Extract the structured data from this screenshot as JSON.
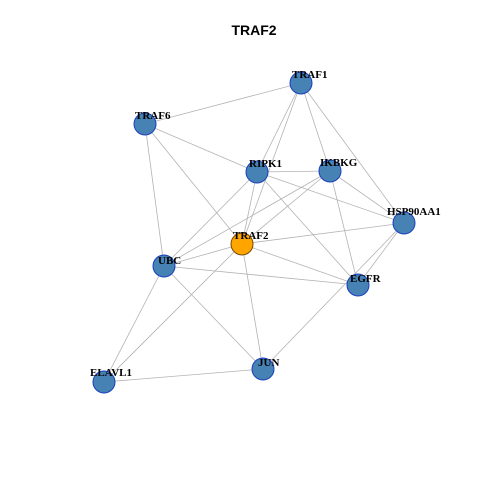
{
  "title": "TRAF2",
  "colors": {
    "node_fill": "#4682B4",
    "node_stroke": "#1a3fbf",
    "focus_fill": "#FFA500",
    "focus_stroke": "#7a4a00",
    "edge": "#b3b3b3"
  },
  "nodes": [
    {
      "id": "TRAF1",
      "label": "TRAF1",
      "focus": false
    },
    {
      "id": "TRAF6",
      "label": "TRAF6",
      "focus": false
    },
    {
      "id": "RIPK1",
      "label": "RIPK1",
      "focus": false
    },
    {
      "id": "IKBKG",
      "label": "IKBKG",
      "focus": false
    },
    {
      "id": "HSP90AA1",
      "label": "HSP90AA1",
      "focus": false
    },
    {
      "id": "TRAF2",
      "label": "TRAF2",
      "focus": true
    },
    {
      "id": "UBC",
      "label": "UBC",
      "focus": false
    },
    {
      "id": "EGFR",
      "label": "EGFR",
      "focus": false
    },
    {
      "id": "ELAVL1",
      "label": "ELAVL1",
      "focus": false
    },
    {
      "id": "JUN",
      "label": "JUN",
      "focus": false
    }
  ],
  "edges": [
    [
      "TRAF1",
      "TRAF6"
    ],
    [
      "TRAF1",
      "RIPK1"
    ],
    [
      "TRAF1",
      "IKBKG"
    ],
    [
      "TRAF1",
      "HSP90AA1"
    ],
    [
      "TRAF1",
      "TRAF2"
    ],
    [
      "TRAF6",
      "RIPK1"
    ],
    [
      "TRAF6",
      "UBC"
    ],
    [
      "TRAF6",
      "TRAF2"
    ],
    [
      "RIPK1",
      "IKBKG"
    ],
    [
      "RIPK1",
      "HSP90AA1"
    ],
    [
      "RIPK1",
      "TRAF2"
    ],
    [
      "RIPK1",
      "UBC"
    ],
    [
      "RIPK1",
      "EGFR"
    ],
    [
      "IKBKG",
      "HSP90AA1"
    ],
    [
      "IKBKG",
      "TRAF2"
    ],
    [
      "IKBKG",
      "UBC"
    ],
    [
      "IKBKG",
      "EGFR"
    ],
    [
      "HSP90AA1",
      "TRAF2"
    ],
    [
      "HSP90AA1",
      "EGFR"
    ],
    [
      "HSP90AA1",
      "JUN"
    ],
    [
      "TRAF2",
      "UBC"
    ],
    [
      "TRAF2",
      "EGFR"
    ],
    [
      "TRAF2",
      "JUN"
    ],
    [
      "TRAF2",
      "ELAVL1"
    ],
    [
      "UBC",
      "EGFR"
    ],
    [
      "UBC",
      "ELAVL1"
    ],
    [
      "UBC",
      "JUN"
    ],
    [
      "ELAVL1",
      "JUN"
    ]
  ]
}
